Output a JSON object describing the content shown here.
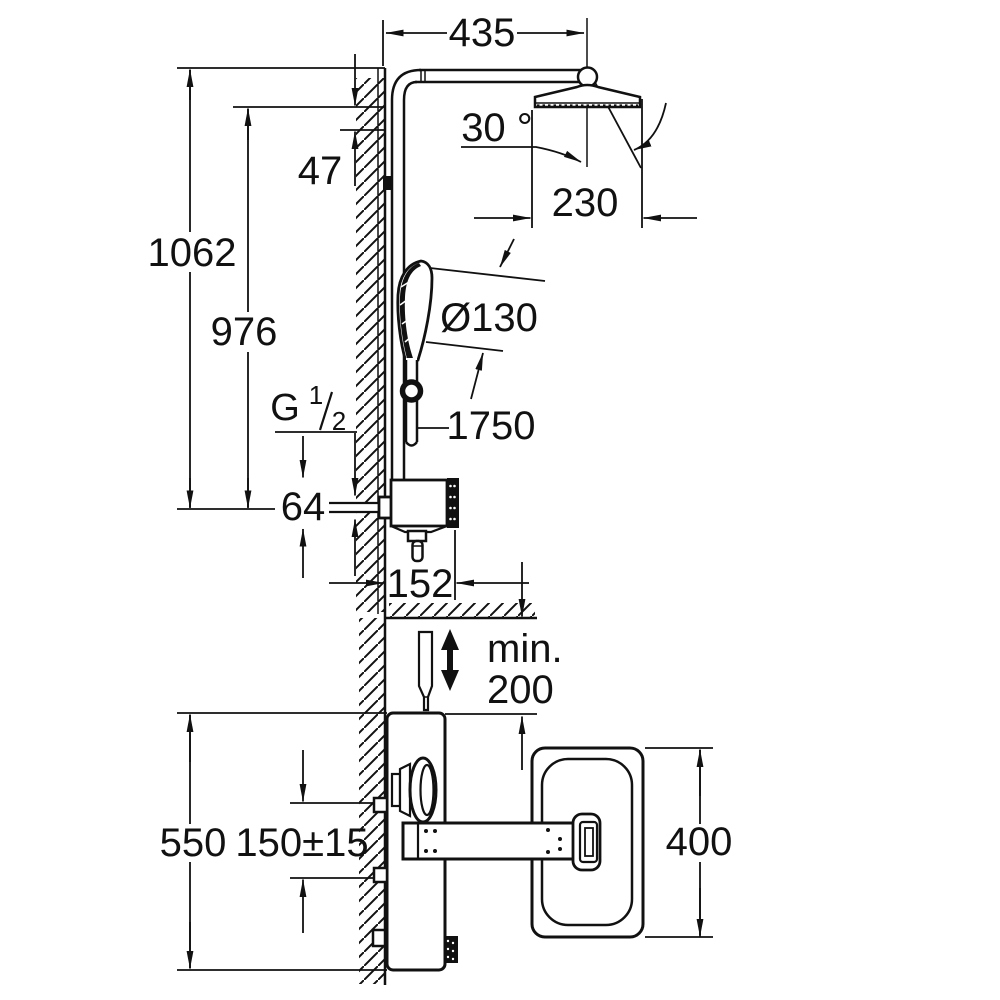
{
  "drawing": {
    "type": "technical-dimension-drawing",
    "subject": "shower-system-with-thermostat",
    "colors": {
      "line": "#111111",
      "background": "#ffffff"
    },
    "labels": {
      "top_width": "435",
      "head_angle": "30 °",
      "head_width": "230",
      "total_height": "1062",
      "arm_height": "976",
      "arm_offset": "47",
      "hand_shower_diameter": "Ø130",
      "hose_length": "1750",
      "thread_base": "G",
      "thread_numerator": "1",
      "thread_denominator": "2",
      "valve_height": "64",
      "valve_depth": "152",
      "min_prefix": "min.",
      "min_value": "200",
      "trim_height": "550",
      "supply_spacing": "150±15",
      "basin_depth": "400"
    }
  }
}
